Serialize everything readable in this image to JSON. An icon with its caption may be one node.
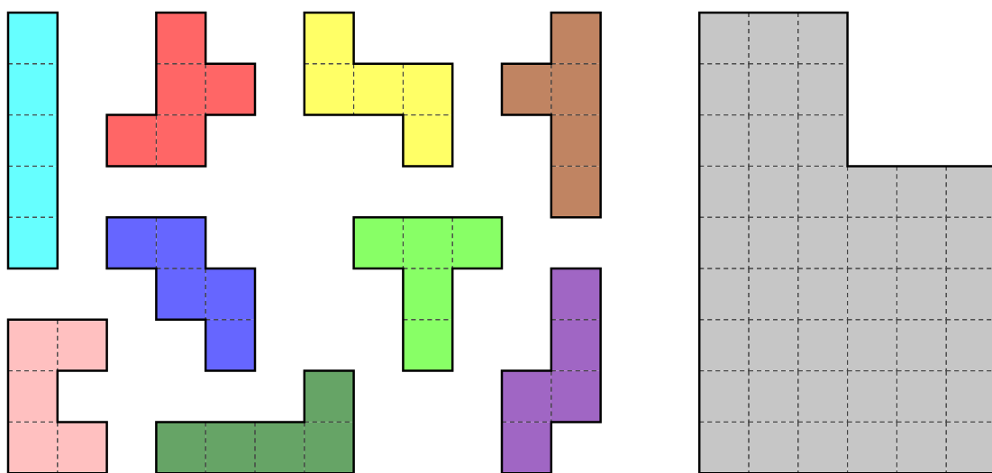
{
  "diagram": {
    "nodes": [
      {
        "text": [],
        "shape": "polyomino"
      },
      {
        "text": [],
        "shape": "polyomino"
      },
      {
        "text": [],
        "shape": "polyomino"
      },
      {
        "text": [],
        "shape": "polyomino"
      },
      {
        "text": [],
        "shape": "polyomino"
      },
      {
        "text": [],
        "shape": "polyomino"
      },
      {
        "text": [],
        "shape": "polyomino"
      },
      {
        "text": [],
        "shape": "polyomino"
      },
      {
        "text": [],
        "shape": "polyomino"
      },
      {
        "text": [],
        "shape": "polyomino"
      }
    ]
  }
}
